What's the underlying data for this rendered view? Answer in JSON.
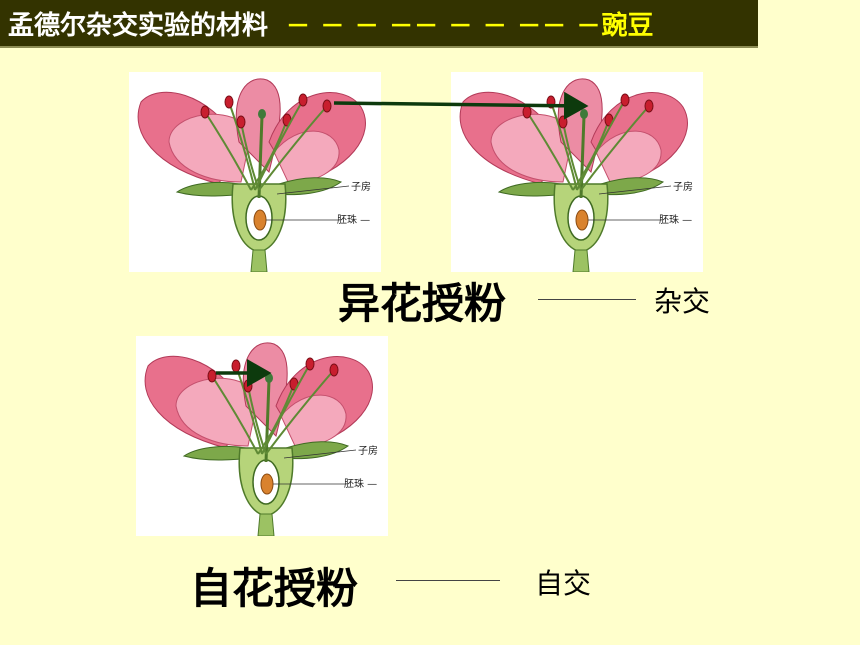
{
  "title": {
    "main": "孟德尔杂交实验的材料",
    "dashes": "－ － － －－ － － －－ －",
    "pea": "豌豆"
  },
  "flower_labels": {
    "ovary": "子房",
    "ovule": "胚珠"
  },
  "cross": {
    "term": "异花授粉",
    "meaning": "杂交"
  },
  "self": {
    "term": "自花授粉",
    "meaning": "自交"
  },
  "colors": {
    "background": "#ffffcc",
    "title_bar": "#333300",
    "title_text": "#ffffff",
    "accent": "#ffff00",
    "arrow": "#0d3a0d"
  }
}
